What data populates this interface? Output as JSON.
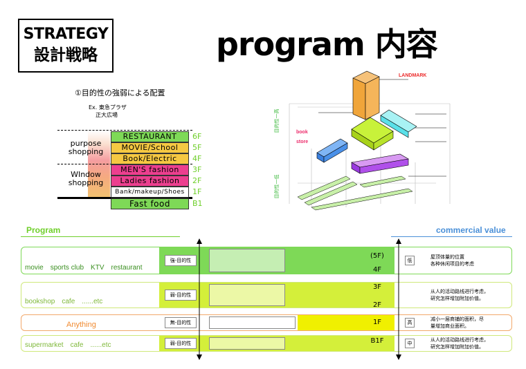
{
  "strategy": {
    "line1": "STRATEGY",
    "line2": "設計戦略"
  },
  "title": "program 内容",
  "subtitle": "①目的性の強弱による配置",
  "example": {
    "line1": "Ex. 東急プラザ",
    "line2": "正大広場"
  },
  "categories": [
    {
      "label_lines": [
        "purpose",
        "shopping"
      ]
    },
    {
      "label_lines": [
        "WIndow",
        "shopping"
      ]
    }
  ],
  "floors": [
    {
      "name": "RESTAURANT",
      "level": "6F",
      "color": "#7ed957"
    },
    {
      "name": "MOVIE/School",
      "level": "5F",
      "color": "#f5c842"
    },
    {
      "name": "Book/Electric",
      "level": "4F",
      "color": "#f5c842"
    },
    {
      "name": "MEN'S fashion",
      "level": "3F",
      "color": "#ec3f8f"
    },
    {
      "name": "Ladies fashion",
      "level": "2F",
      "color": "#ec3f8f"
    },
    {
      "name": "Bank/makeup/Shoes",
      "level": "1F",
      "color": "#ffffff"
    },
    {
      "name": "Fast food",
      "level": "B1",
      "color": "#7ed957"
    }
  ],
  "axo": {
    "landmark": "LANDMARK",
    "book": "book",
    "store": "store",
    "vertical_upper": "目的性一高",
    "vertical_lower": "目的性一低"
  },
  "section_titles": {
    "program": "Program",
    "commercial": "commercial value"
  },
  "bands": [
    {
      "icons": [
        "movie",
        "sports club",
        "KTV",
        "restaurant"
      ],
      "mid_label": "強-目的性",
      "floors": [
        "(5F)",
        "4F"
      ],
      "badge": "低",
      "desc": [
        "屋顶体量的位置",
        "各种休闲项目的考虑"
      ],
      "border": "#7ed957",
      "fill": "#7ed957",
      "icon_color": "#3a8f20"
    },
    {
      "icons": [
        "bookshop",
        "cafe",
        "......etc"
      ],
      "mid_label": "弱-目的性",
      "floors": [
        "3F",
        "2F"
      ],
      "badge": "",
      "desc": [
        "从人的活动路线进行考虑，",
        "研究怎样增加附加价值。"
      ],
      "border": "#cfe87a",
      "fill": "#d4ef3a",
      "icon_color": "#7fb83a"
    },
    {
      "icons": [
        "Anything"
      ],
      "mid_label": "無-目的性",
      "floors": [
        "1F"
      ],
      "badge": "高",
      "desc": [
        "减小一层商铺的面积，尽",
        "量增加商业面积。"
      ],
      "border": "#f2a86a",
      "fill": "#f0f000",
      "icon_color": "#f08a30"
    },
    {
      "icons": [
        "supermarket",
        "cafe",
        "......etc"
      ],
      "mid_label": "弱-目的性",
      "floors": [
        "B1F"
      ],
      "badge": "中",
      "desc": [
        "从人的活动路线进行考虑，",
        "研究怎样增加附加价值。"
      ],
      "border": "#cfe87a",
      "fill": "#d4ef3a",
      "icon_color": "#7fb83a"
    }
  ]
}
